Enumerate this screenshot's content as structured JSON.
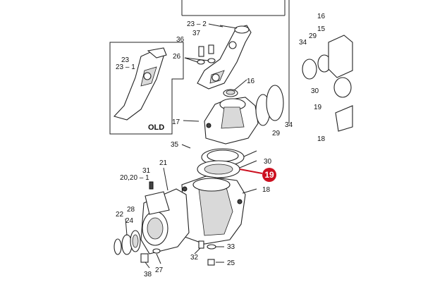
{
  "diagram": {
    "old_label": "OLD",
    "highlight": {
      "part": "19",
      "color": "#cc1020"
    },
    "part_labels": [
      {
        "id": "23-2",
        "text": "23 – 2"
      },
      {
        "id": "36",
        "text": "36"
      },
      {
        "id": "37",
        "text": "37"
      },
      {
        "id": "26",
        "text": "26"
      },
      {
        "id": "23",
        "text": "23"
      },
      {
        "id": "23-1",
        "text": "23 – 1"
      },
      {
        "id": "16a",
        "text": "16"
      },
      {
        "id": "16b",
        "text": "16"
      },
      {
        "id": "15",
        "text": "15"
      },
      {
        "id": "34a",
        "text": "34"
      },
      {
        "id": "34b",
        "text": "34"
      },
      {
        "id": "29a",
        "text": "29"
      },
      {
        "id": "29b",
        "text": "29"
      },
      {
        "id": "30a",
        "text": "30"
      },
      {
        "id": "30b",
        "text": "30"
      },
      {
        "id": "19",
        "text": "19"
      },
      {
        "id": "17",
        "text": "17"
      },
      {
        "id": "18a",
        "text": "18"
      },
      {
        "id": "18b",
        "text": "18"
      },
      {
        "id": "35",
        "text": "35"
      },
      {
        "id": "20",
        "text": "20,20 – 1"
      },
      {
        "id": "31",
        "text": "31"
      },
      {
        "id": "21",
        "text": "21"
      },
      {
        "id": "22",
        "text": "22"
      },
      {
        "id": "28",
        "text": "28"
      },
      {
        "id": "24",
        "text": "24"
      },
      {
        "id": "32",
        "text": "32"
      },
      {
        "id": "33",
        "text": "33"
      },
      {
        "id": "25",
        "text": "25"
      },
      {
        "id": "38",
        "text": "38"
      },
      {
        "id": "27",
        "text": "27"
      }
    ]
  }
}
